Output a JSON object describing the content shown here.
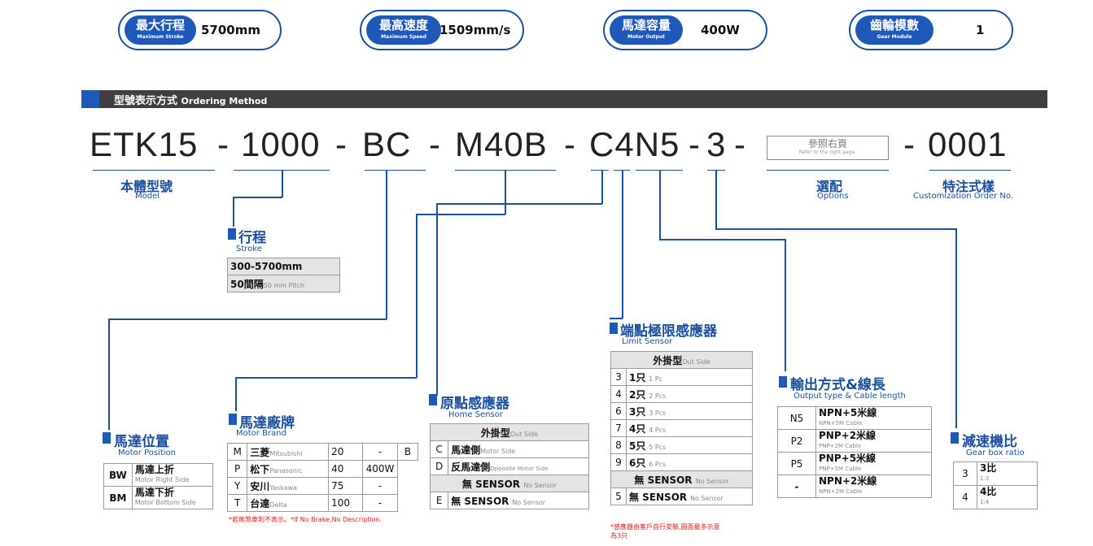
{
  "specs": [
    {
      "zh": "最大行程",
      "en": "Maximum Stroke",
      "value": "5700mm"
    },
    {
      "zh": "最高速度",
      "en": "Maximum Speed",
      "value": "1509mm/s"
    },
    {
      "zh": "馬達容量",
      "en": "Motor Output",
      "value": "400W"
    },
    {
      "zh": "齒輪模數",
      "en": "Gear Module",
      "value": "1"
    }
  ],
  "ordering": {
    "title_zh": "型號表示方式",
    "title_en": "Ordering Method"
  },
  "code": {
    "model": "ETK15",
    "stroke": "1000",
    "position": "BC",
    "motor": "M40B",
    "sensor": "C4N5",
    "gear": "3",
    "custom": "0001",
    "dash": "-",
    "option_zh": "參照右頁",
    "option_en": "Refer to the right page."
  },
  "labels": {
    "model_zh": "本體型號",
    "model_en": "Model",
    "options_zh": "選配",
    "options_en": "Options",
    "custom_zh": "特注式樣",
    "custom_en": "Customization Order No."
  },
  "stroke": {
    "zh": "行程",
    "en": "Stroke",
    "rows": [
      "300-5700mm",
      "50間隔"
    ],
    "pitch_en": "50 mm Pitch"
  },
  "motor_position": {
    "zh": "馬達位置",
    "en": "Motor Position",
    "rows": [
      {
        "code": "BW",
        "zh": "馬達上折",
        "en": "Motor Right Side"
      },
      {
        "code": "BM",
        "zh": "馬達下折",
        "en": "Motor Bottom Side"
      }
    ]
  },
  "motor_brand": {
    "zh": "馬達廠牌",
    "en": "Motor Brand",
    "rows": [
      {
        "code": "M",
        "zh": "三菱",
        "en": "Mitsubishi",
        "n": "20",
        "w": "-",
        "x": "B"
      },
      {
        "code": "P",
        "zh": "松下",
        "en": "Panasonic",
        "n": "40",
        "w": "400W",
        "x": ""
      },
      {
        "code": "Y",
        "zh": "安川",
        "en": "Yaskawa",
        "n": "75",
        "w": "-",
        "x": ""
      },
      {
        "code": "T",
        "zh": "台達",
        "en": "Delta",
        "n": "100",
        "w": "-",
        "x": ""
      }
    ],
    "note": "*若無煞車則不表示。*If No Brake,No Description."
  },
  "home_sensor": {
    "zh": "原點感應器",
    "en": "Home Sensor",
    "header_zh": "外掛型",
    "header_en": "Out Side",
    "rows": [
      {
        "code": "C",
        "zh": "馬達側",
        "en": "Motor Side"
      },
      {
        "code": "D",
        "zh": "反馬達側",
        "en": "Opposite Motor Side"
      }
    ],
    "none_zh": "無 SENSOR",
    "none_en": "No Sensor",
    "last": {
      "code": "E",
      "zh": "無 SENSOR",
      "en": "No Sensor"
    }
  },
  "limit_sensor": {
    "zh": "端點極限感應器",
    "en": "Limit Sensor",
    "header_zh": "外掛型",
    "header_en": "Out Side",
    "rows": [
      {
        "code": "3",
        "zh": "1只",
        "en": "1 Pc"
      },
      {
        "code": "4",
        "zh": "2只",
        "en": "2 Pcs"
      },
      {
        "code": "6",
        "zh": "3只",
        "en": "3 Pcs"
      },
      {
        "code": "7",
        "zh": "4只",
        "en": "4 Pcs"
      },
      {
        "code": "8",
        "zh": "5只",
        "en": "5 Pcs"
      },
      {
        "code": "9",
        "zh": "6只",
        "en": "6 Pcs"
      }
    ],
    "none_zh": "無 SENSOR",
    "none_en": "No Sensor",
    "last": {
      "code": "5",
      "zh": "無 SENSOR",
      "en": "No Sensor"
    },
    "note1": "*感應器由客戶自行安裝,圖面最多示意",
    "note2": "為3只"
  },
  "output_type": {
    "zh": "輸出方式&線長",
    "en": "Output type & Cable length",
    "rows": [
      {
        "code": "N5",
        "zh": "NPN+5米線",
        "en": "NPN+5M Cable"
      },
      {
        "code": "P2",
        "zh": "PNP+2米線",
        "en": "PNP+2M Cable"
      },
      {
        "code": "P5",
        "zh": "PNP+5米線",
        "en": "PNP+5M Cable"
      },
      {
        "code": "-",
        "zh": "NPN+2米線",
        "en": "NPN+2M Cable"
      }
    ]
  },
  "gear_ratio": {
    "zh": "減速機比",
    "en": "Gear box ratio",
    "rows": [
      {
        "code": "3",
        "zh": "3比",
        "en": "1:3"
      },
      {
        "code": "4",
        "zh": "4比",
        "en": "1:4"
      }
    ]
  }
}
